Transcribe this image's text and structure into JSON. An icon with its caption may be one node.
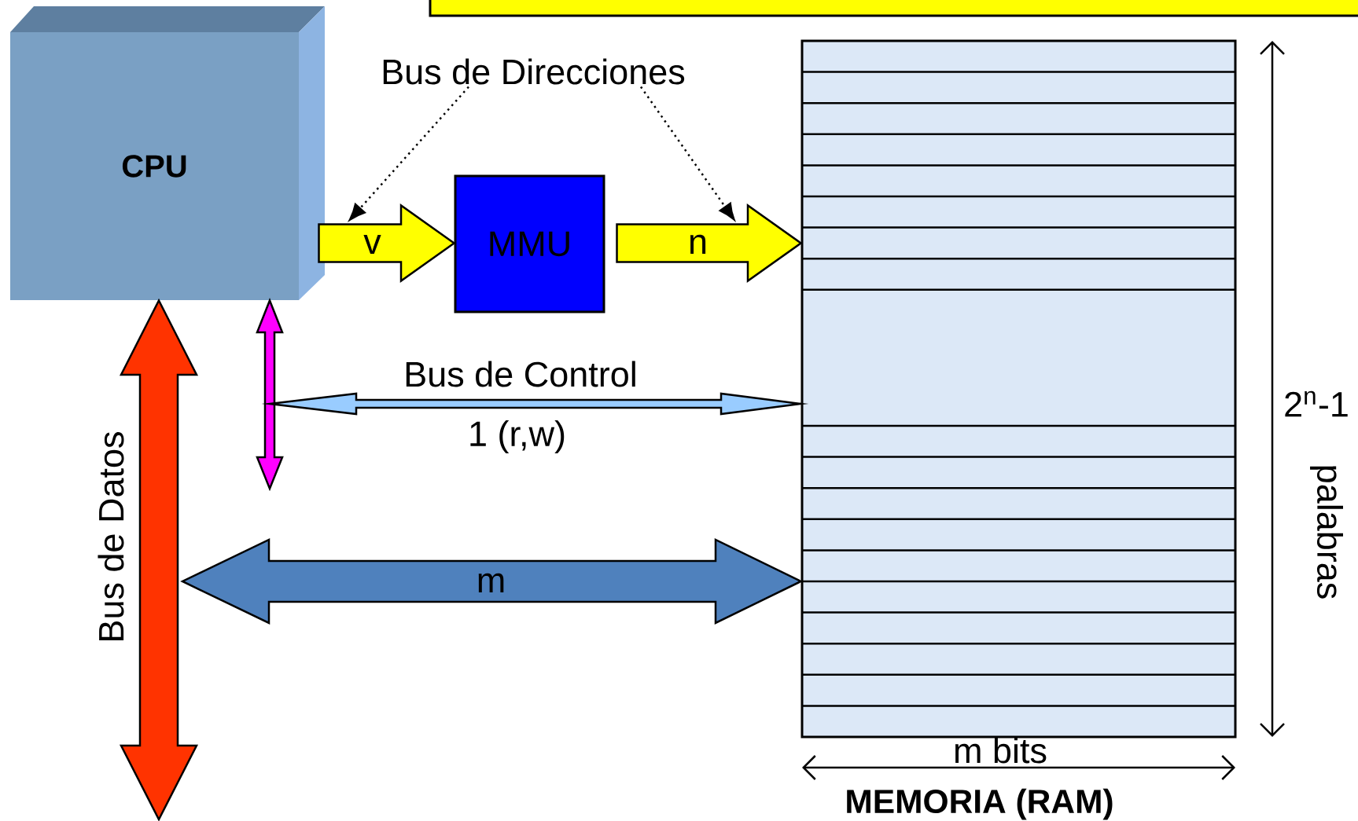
{
  "diagram": {
    "nodes": [
      {
        "text": [
          "CPU"
        ]
      },
      {
        "text": [
          "MMU"
        ]
      },
      {
        "text": [
          "MEMORIA (RAM)"
        ]
      },
      {
        "text": [
          "Bus de Direcciones"
        ]
      }
    ],
    "edges": [
      {
        "from": 0,
        "to": 1,
        "arrow": "to",
        "style": "thick",
        "color": "#ffff00",
        "label": "v"
      },
      {
        "from": 1,
        "to": 2,
        "arrow": "to",
        "style": "thick",
        "color": "#ffff00",
        "label": "n"
      },
      {
        "from": 3,
        "to": null,
        "arrow": "to",
        "style": "dashed"
      },
      {
        "from": 3,
        "to": null,
        "arrow": "to",
        "style": "dashed"
      },
      {
        "from": 0,
        "to": null,
        "arrow": "both",
        "style": "thick",
        "color": "#ff00ff"
      },
      {
        "from": null,
        "to": 2,
        "arrow": "both",
        "style": "thick",
        "color": "#99ccff",
        "label": "1 (r,w)"
      },
      {
        "from": null,
        "to": 2,
        "arrow": "both",
        "style": "thick",
        "color": "#4f81bd",
        "label": "m"
      },
      {
        "from": 0,
        "to": null,
        "arrow": "both",
        "style": "thick",
        "color": "#ff3300",
        "label": "Bus de Datos"
      }
    ],
    "labels": [
      "Bus de Control",
      "2$^{n}$-1",
      "palabras",
      "m bits"
    ]
  }
}
